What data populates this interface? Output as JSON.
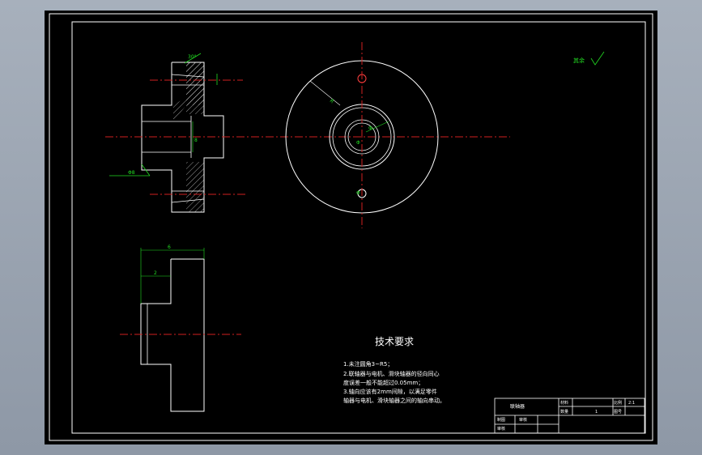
{
  "drawing": {
    "roughness_note": "其余",
    "technical_requirements": {
      "title": "技术要求",
      "lines": [
        "1.未注圆角3~R5；",
        "2.联轴器与电机、滑块轴器的径向同心",
        "度误差一般不能超过0.05mm；",
        "3.轴向应该有2mm间隙，以满足零件",
        "轴器与电机、滑块轴器之间的轴向串动。"
      ]
    },
    "title_block": {
      "part_name": "联轴器",
      "material_label": "材料",
      "scale_label": "比例",
      "scale_value": "2:1",
      "quantity_label": "数量",
      "quantity_value": "1",
      "drawing_no_label": "图号",
      "drawn_label": "制图",
      "drawn_value": "审核",
      "checked_label": "审核"
    },
    "dimensions": {
      "top_angle": "30°",
      "left_label": "Φ8",
      "bore_label": "8",
      "side_top_dim": "6",
      "side_inner_dim": "2",
      "radius_label": "R",
      "center_label": "Φ"
    }
  }
}
